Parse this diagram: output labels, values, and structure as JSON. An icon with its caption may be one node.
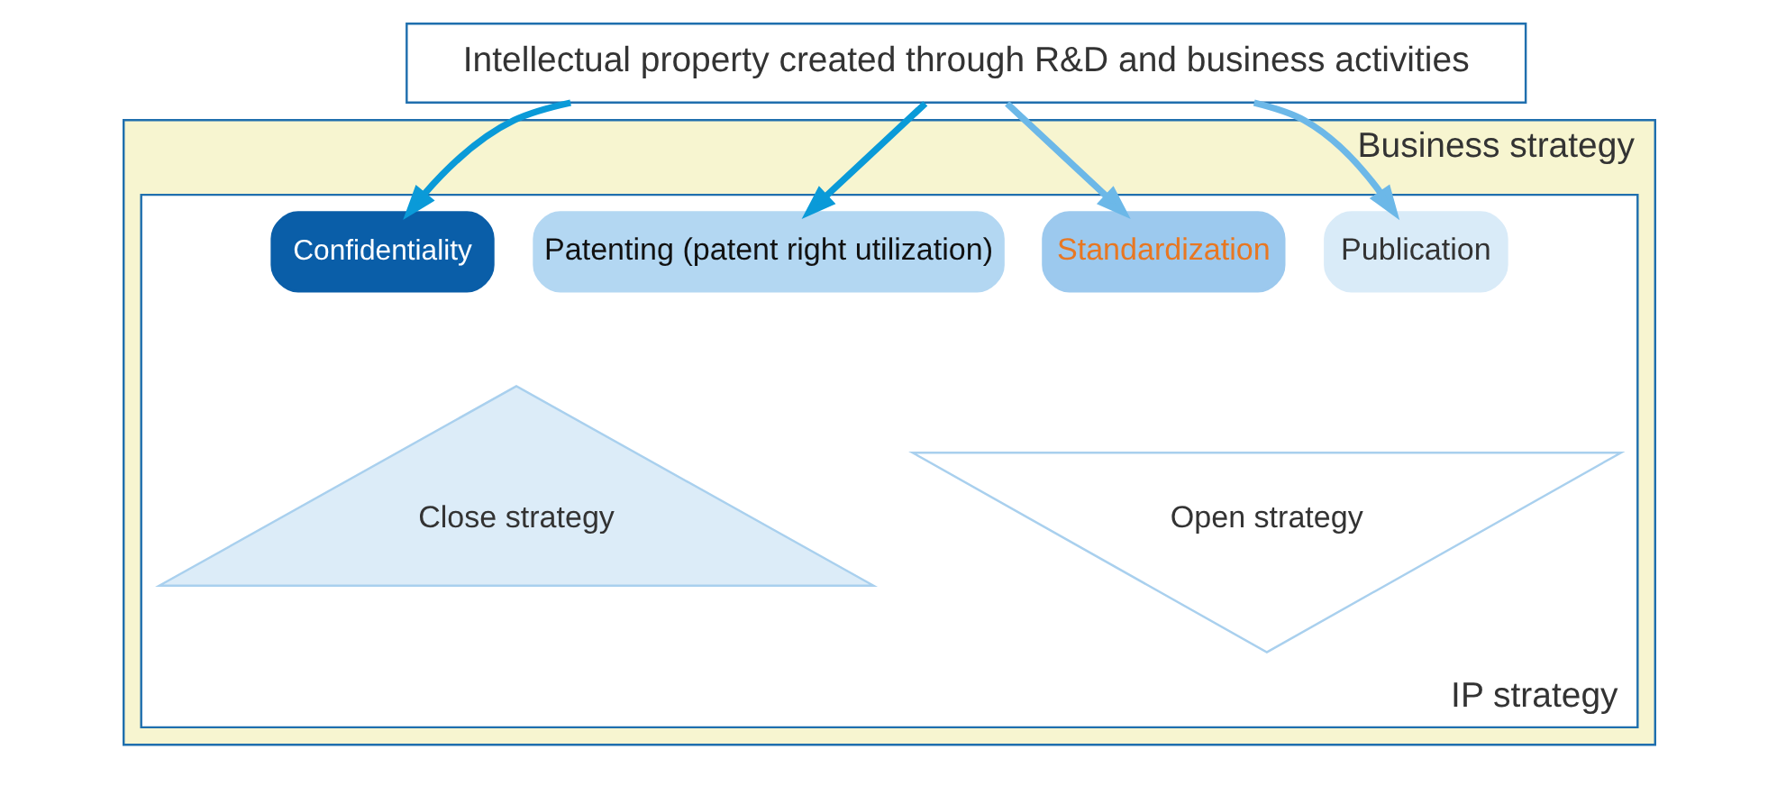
{
  "diagram": {
    "nodes": [
      {
        "text": [
          "Intellectual property created through R&D and business activities"
        ]
      },
      {
        "text": [
          "Business strategy"
        ]
      },
      {
        "text": [
          "IP strategy"
        ],
        "in": 1
      },
      {
        "text": [
          "Confidentiality"
        ],
        "in": 2
      },
      {
        "text": [
          "Patenting (patent right utilization)"
        ],
        "in": 2
      },
      {
        "text": [
          "Standardization"
        ],
        "in": 2
      },
      {
        "text": [
          "Publication"
        ],
        "in": 2
      },
      {
        "text": [
          "Close strategy"
        ],
        "in": 2
      },
      {
        "text": [
          "Open strategy"
        ],
        "in": 2
      }
    ],
    "edges": [
      {
        "from": 0,
        "to": 3,
        "arrow": "to",
        "color": "#0a9ad8"
      },
      {
        "from": 0,
        "to": 4,
        "arrow": "to",
        "color": "#0a9ad8"
      },
      {
        "from": 0,
        "to": 5,
        "arrow": "to",
        "color": "#6cb8e8"
      },
      {
        "from": 0,
        "to": 6,
        "arrow": "to",
        "color": "#6cb8e8"
      }
    ]
  }
}
